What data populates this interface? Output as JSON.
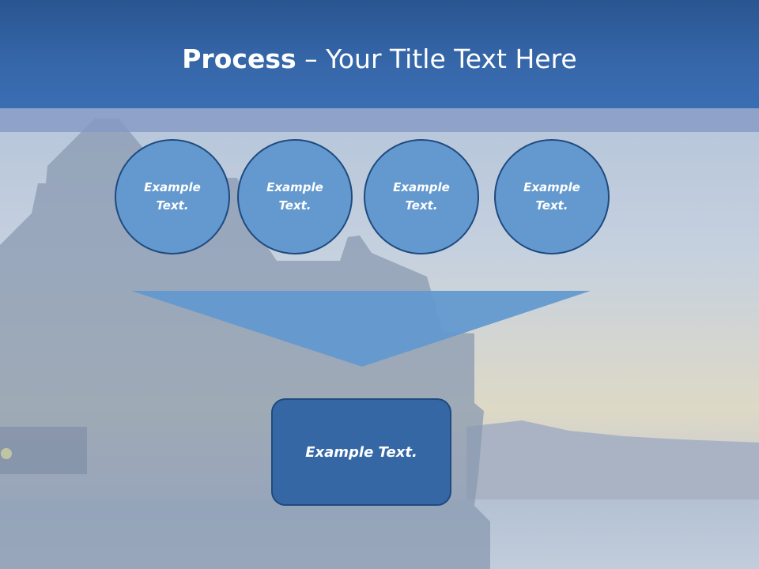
{
  "slide": {
    "title_bold": "Process",
    "title_rest": " – Your Title Text Here"
  },
  "steps": [
    {
      "line1": "Example",
      "line2": "Text."
    },
    {
      "line1": "Example",
      "line2": "Text."
    },
    {
      "line1": "Example",
      "line2": "Text."
    },
    {
      "line1": "Example",
      "line2": "Text."
    }
  ],
  "result": {
    "label": "Example Text."
  },
  "colors": {
    "header": "#3566a8",
    "circle_fill": "#6399cf",
    "circle_border": "#1f4a7e",
    "result_fill": "#3567a5",
    "arrow_fill": "#6399cf"
  }
}
